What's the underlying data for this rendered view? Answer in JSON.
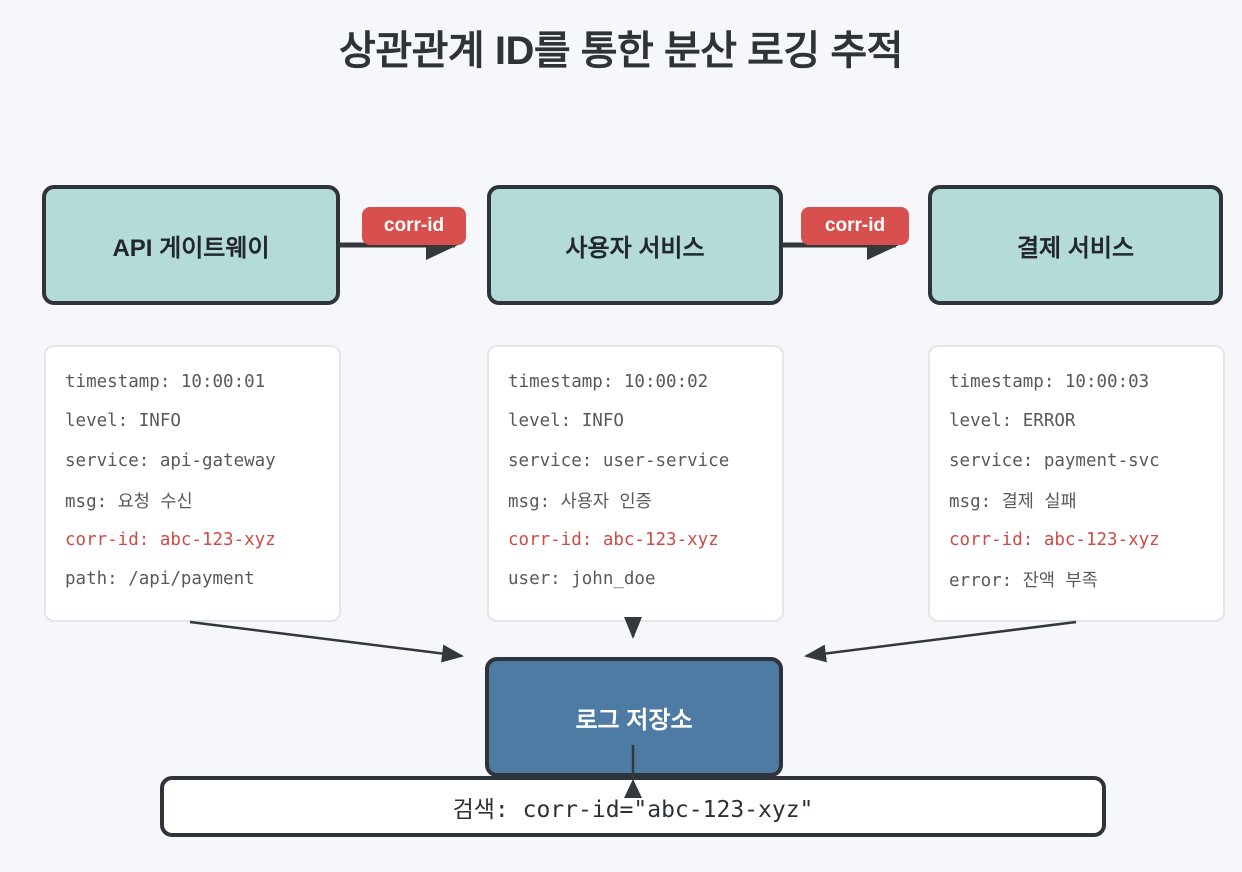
{
  "title": "상관관계 ID를 통한 분산 로깅 추적",
  "colors": {
    "background": "#f6f7fa",
    "service_fill": "#b4dbd8",
    "box_border": "#2e3439",
    "badge_red": "#d7504d",
    "store_blue": "#4e7ba3",
    "log_text_gray": "#595959",
    "corr_id_red": "#cf4b47"
  },
  "services": [
    {
      "label": "API 게이트웨이"
    },
    {
      "label": "사용자 서비스"
    },
    {
      "label": "결제 서비스"
    }
  ],
  "corr_badges": [
    {
      "label": "corr-id"
    },
    {
      "label": "corr-id"
    }
  ],
  "log_cards": [
    {
      "lines": [
        {
          "text": "timestamp: 10:00:01",
          "red": false
        },
        {
          "text": "level: INFO",
          "red": false
        },
        {
          "text": "service: api-gateway",
          "red": false
        },
        {
          "text": "msg: 요청 수신",
          "red": false
        },
        {
          "text": "corr-id: abc-123-xyz",
          "red": true
        },
        {
          "text": "path: /api/payment",
          "red": false
        }
      ]
    },
    {
      "lines": [
        {
          "text": "timestamp: 10:00:02",
          "red": false
        },
        {
          "text": "level: INFO",
          "red": false
        },
        {
          "text": "service: user-service",
          "red": false
        },
        {
          "text": "msg: 사용자 인증",
          "red": false
        },
        {
          "text": "corr-id: abc-123-xyz",
          "red": true
        },
        {
          "text": "user: john_doe",
          "red": false
        }
      ]
    },
    {
      "lines": [
        {
          "text": "timestamp: 10:00:03",
          "red": false
        },
        {
          "text": "level: ERROR",
          "red": false
        },
        {
          "text": "service: payment-svc",
          "red": false
        },
        {
          "text": "msg: 결제 실패",
          "red": false
        },
        {
          "text": "corr-id: abc-123-xyz",
          "red": true
        },
        {
          "text": "error: 잔액 부족",
          "red": false
        }
      ]
    }
  ],
  "log_store": {
    "label": "로그 저장소"
  },
  "search": {
    "text": "검색: corr-id=\"abc-123-xyz\""
  }
}
